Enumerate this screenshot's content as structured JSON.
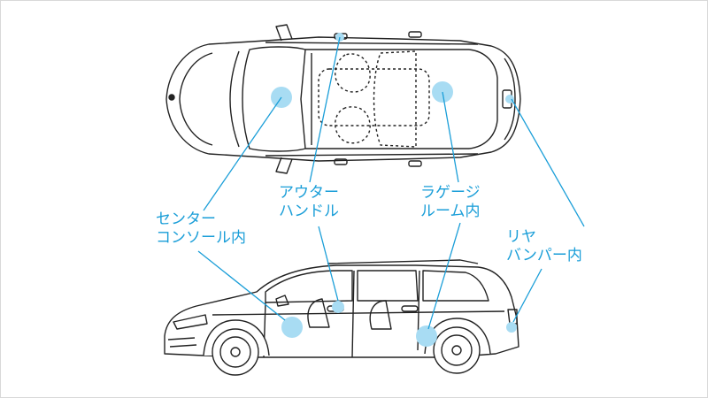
{
  "colors": {
    "accent": "#1a9ed8",
    "marker": "#a8dcf3",
    "line": "#222222"
  },
  "labels": {
    "center_console": {
      "line1": "センター",
      "line2": "コンソール内"
    },
    "outer_handle": {
      "line1": "アウター",
      "line2": "ハンドル"
    },
    "luggage_room": {
      "line1": "ラゲージ",
      "line2": "ルーム内"
    },
    "rear_bumper": {
      "line1": "リヤ",
      "line2": "バンパー内"
    }
  }
}
